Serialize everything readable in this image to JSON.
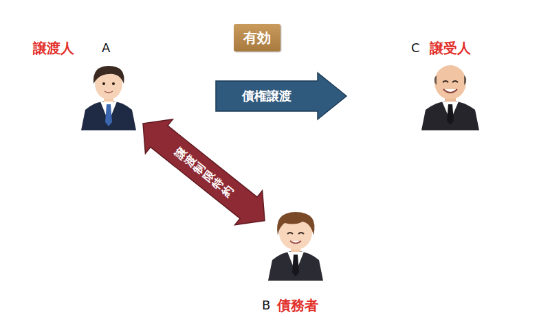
{
  "diagram": {
    "nodes": [
      {
        "text": [
          "有効"
        ]
      },
      {
        "text": [
          "譲渡人",
          "A"
        ]
      },
      {
        "text": [
          "C",
          "譲受人"
        ]
      },
      {
        "text": [
          "B",
          "債務者"
        ]
      }
    ],
    "edges": [
      {
        "from": 1,
        "to": 2,
        "arrow": "to",
        "label": "債権譲渡"
      },
      {
        "from": 1,
        "to": 3,
        "arrow": "both",
        "label": "譲渡制限特約"
      }
    ]
  }
}
